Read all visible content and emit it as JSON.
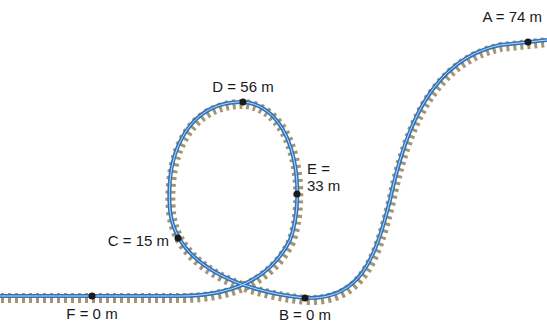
{
  "diagram": {
    "labels": [
      "A = 74 m",
      "D = 56 m",
      "E = 33 m",
      "C = 15 m",
      "F = 0 m",
      "B = 0 m"
    ]
  }
}
